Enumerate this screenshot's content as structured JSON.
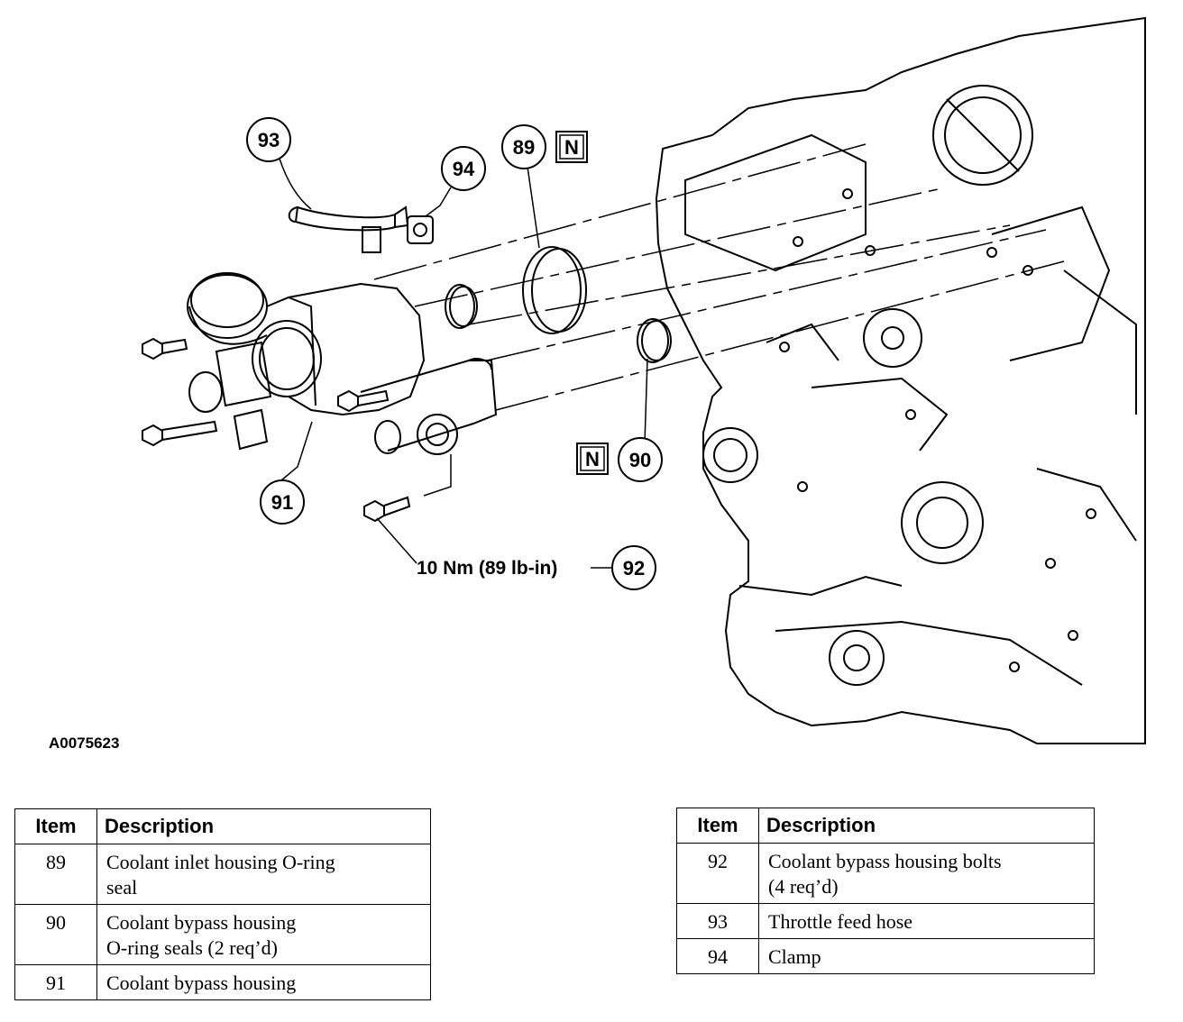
{
  "figure_id": "A0075623",
  "callouts": {
    "c89": "89",
    "c90": "90",
    "c91": "91",
    "c92": "92",
    "c93": "93",
    "c94": "94",
    "n_symbol": "N",
    "torque": "10 Nm (89 lb-in)"
  },
  "table_headers": {
    "item": "Item",
    "description": "Description"
  },
  "table_left": [
    {
      "item": "89",
      "lines": [
        "Coolant inlet housing O-ring",
        "seal"
      ]
    },
    {
      "item": "90",
      "lines": [
        "Coolant bypass housing",
        "O-ring seals (2 req’d)"
      ]
    },
    {
      "item": "91",
      "lines": [
        "Coolant bypass housing"
      ]
    }
  ],
  "table_right": [
    {
      "item": "92",
      "lines": [
        "Coolant bypass housing bolts",
        "(4 req’d)"
      ]
    },
    {
      "item": "93",
      "lines": [
        "Throttle feed hose"
      ]
    },
    {
      "item": "94",
      "lines": [
        "Clamp"
      ]
    }
  ]
}
